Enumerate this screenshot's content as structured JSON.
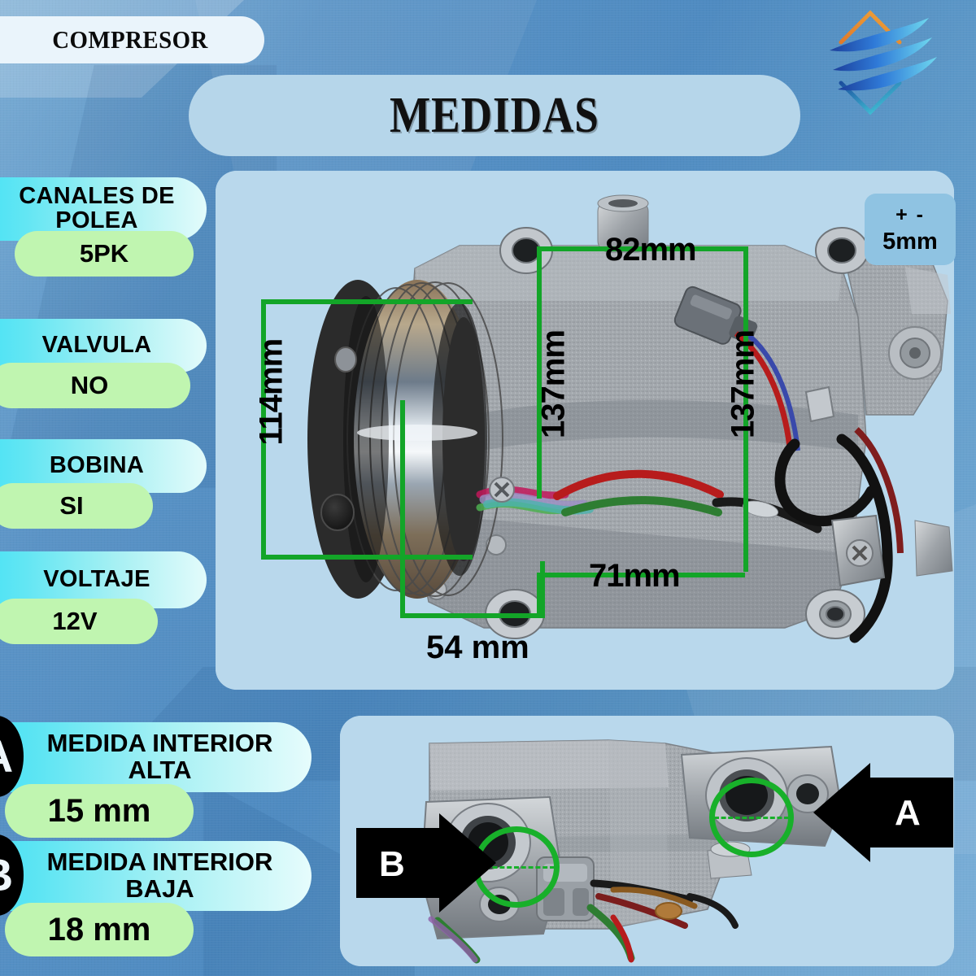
{
  "header": {
    "category_label": "COMPRESOR",
    "title": "MEDIDAS",
    "logo_name": "airflow-diamond-logo"
  },
  "specs": [
    {
      "label": "CANALES DE POLEA",
      "value": "5PK"
    },
    {
      "label": "VALVULA",
      "value": "NO"
    },
    {
      "label": "BOBINA",
      "value": "SI"
    },
    {
      "label": "VOLTAJE",
      "value": "12V"
    }
  ],
  "tolerance": {
    "sign": "+ -",
    "value": "5mm"
  },
  "measurements": [
    {
      "id": "top-width",
      "text": "82mm",
      "orientation": "horizontal"
    },
    {
      "id": "pulley-diam",
      "text": "114mm",
      "orientation": "vertical"
    },
    {
      "id": "body-height-1",
      "text": "137mm",
      "orientation": "vertical"
    },
    {
      "id": "body-height-2",
      "text": "137mm",
      "orientation": "vertical"
    },
    {
      "id": "bottom-width",
      "text": "71mm",
      "orientation": "horizontal"
    },
    {
      "id": "pulley-width",
      "text": "54 mm",
      "orientation": "horizontal"
    }
  ],
  "ports": [
    {
      "badge": "A",
      "label": "MEDIDA INTERIOR ALTA",
      "value": "15 mm"
    },
    {
      "badge": "B",
      "label": "MEDIDA INTERIOR BAJA",
      "value": "18 mm"
    }
  ],
  "bottom_photo": {
    "arrow_a_letter": "A",
    "arrow_b_letter": "B"
  },
  "colors": {
    "background_blue": "#5b93c4",
    "panel_blue": "#b9d8ec",
    "pill_cyan": "#3fe0f5",
    "pill_green": "#c0f5b0",
    "measure_green": "#13a528",
    "badge_black": "#000000"
  }
}
